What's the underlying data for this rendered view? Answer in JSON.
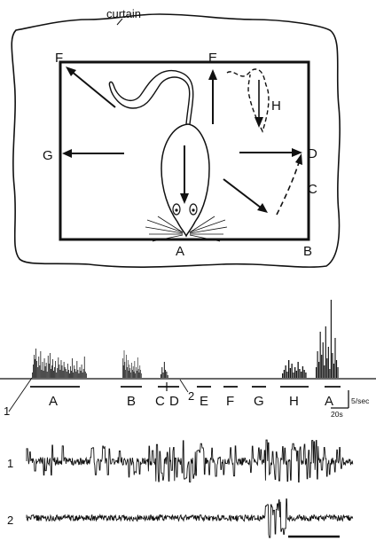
{
  "top_diagram": {
    "curtain_label": "curtain",
    "labels": {
      "A": "A",
      "B": "B",
      "C": "C",
      "D": "D",
      "E": "E",
      "F": "F",
      "G": "G",
      "H": "H"
    }
  },
  "histogram": {
    "segment_labels": [
      "A",
      "B",
      "C",
      "D",
      "E",
      "F",
      "G",
      "H",
      "A"
    ],
    "marker_1": "1",
    "marker_2": "2",
    "rate_scale_label": "5/sec",
    "time_scale_label": "20s",
    "bins": [
      {
        "s": 0,
        "h": [
          6,
          15,
          26,
          21,
          33,
          19,
          12,
          24,
          14,
          30,
          9,
          18,
          8,
          22,
          13,
          17,
          7,
          25,
          16,
          28,
          10,
          14,
          21,
          8,
          12,
          19,
          6,
          11,
          23,
          15,
          9,
          20,
          14,
          8,
          18,
          12,
          10,
          7,
          16,
          9,
          5,
          13,
          8,
          22,
          6,
          14,
          10,
          7,
          19,
          9,
          5,
          12,
          8,
          15,
          6,
          10,
          24,
          7,
          5
        ]
      },
      {
        "s": 1,
        "h": [
          22,
          14,
          31,
          18,
          9,
          26,
          12,
          20,
          8,
          15,
          11,
          6,
          17,
          9,
          13,
          7,
          19,
          5,
          12,
          8,
          23,
          10,
          6,
          14,
          9,
          5
        ]
      },
      {
        "s": 2,
        "h": [
          4,
          12,
          6,
          18,
          9,
          7,
          3
        ]
      },
      {
        "s": 7,
        "h": [
          5,
          9,
          14,
          7,
          20,
          11,
          16,
          6,
          12,
          8,
          18,
          10,
          7,
          13,
          9,
          6
        ]
      },
      {
        "s": 8,
        "h": [
          12,
          30,
          18,
          52,
          26,
          40,
          14,
          58,
          22,
          35,
          10,
          88,
          28,
          16,
          45,
          20,
          12
        ]
      }
    ]
  },
  "traces": {
    "trace_1_label": "1",
    "trace_2_label": "2"
  }
}
